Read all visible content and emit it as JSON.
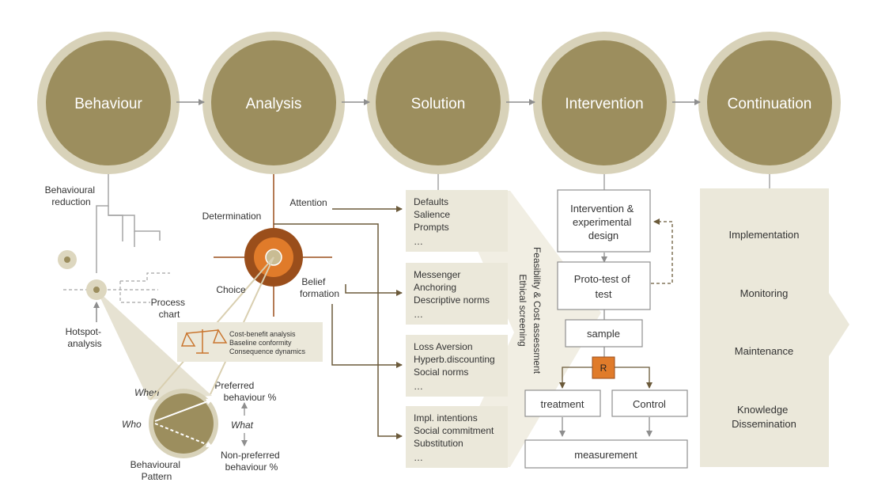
{
  "phases": [
    {
      "label": "Behaviour"
    },
    {
      "label": "Analysis"
    },
    {
      "label": "Solution"
    },
    {
      "label": "Intervention"
    },
    {
      "label": "Continuation"
    }
  ],
  "behaviour": {
    "reduction": [
      "Behavioural",
      "reduction"
    ],
    "process_chart": [
      "Process",
      "chart"
    ],
    "hotspot": [
      "Hotspot-",
      "analysis"
    ],
    "when": "When",
    "who": "Who",
    "what": "What",
    "pattern": [
      "Behavioural",
      "Pattern"
    ],
    "preferred": [
      "Preferred",
      "behaviour %"
    ],
    "non_preferred": [
      "Non-preferred",
      "behaviour %"
    ]
  },
  "analysis": {
    "determination": "Determination",
    "attention": "Attention",
    "choice": "Choice",
    "belief": [
      "Belief",
      "formation"
    ],
    "cost_lines": [
      "Cost-benefit analysis",
      "Baseline conformity",
      "Consequence dynamics"
    ]
  },
  "solution": {
    "boxes": [
      [
        "Defaults",
        "Salience",
        "Prompts",
        "…"
      ],
      [
        "Messenger",
        "Anchoring",
        "Descriptive norms",
        "…"
      ],
      [
        "Loss Aversion",
        "Hyperb.discounting",
        "Social norms",
        "…"
      ],
      [
        "Impl. intentions",
        "Social commitment",
        "Substitution",
        "…"
      ]
    ],
    "feasibility": "Feasibility  & Cost assessment",
    "ethical": "Ethical screening"
  },
  "intervention": {
    "design": [
      "Intervention &",
      "experimental",
      "design"
    ],
    "proto": [
      "Proto-test of",
      "test"
    ],
    "sample": "sample",
    "r": "R",
    "treatment": "treatment",
    "control": "Control",
    "measurement": "measurement"
  },
  "continuation": {
    "items": [
      [
        "Implementation"
      ],
      [
        "Monitoring"
      ],
      [
        "Maintenance"
      ],
      [
        "Knowledge",
        "Dissemination"
      ]
    ]
  },
  "colors": {
    "circle_fill": "#9c8e5e",
    "circle_ring": "#d8d2b9",
    "box_fill": "#ebe8da",
    "orange": "#e07b2a",
    "brown": "#9a4e1b",
    "arrow": "#6b5a3a",
    "grey": "#9a9a9a"
  }
}
